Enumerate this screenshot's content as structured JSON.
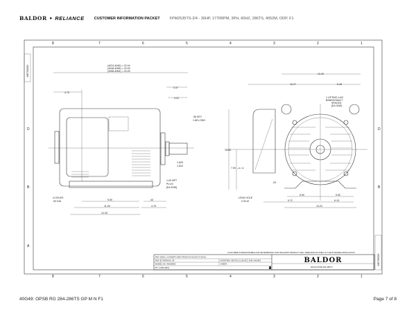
{
  "header": {
    "brand_a": "BALDOR",
    "brand_sep": "•",
    "brand_b": "RELIANCE",
    "packet_title": "CUSTOMER INFORMATION PACKET",
    "model_desc": "FPM2535TS-2/4 - 30HP, 1770RPM, 3PH, 60HZ, 286TS, 4052M, ODP, F1"
  },
  "frame": {
    "columns": [
      "8",
      "7",
      "6",
      "5",
      "4",
      "3",
      "2",
      "1"
    ],
    "rows_left": [
      "D",
      "B",
      "A"
    ],
    "side_tag": "40E750000"
  },
  "side_view": {
    "overall_dims": [
      "(4024-4046) = 22.44",
      "(4048-4056) = 23.49",
      "(4058-4064) = 24.49"
    ],
    "d_475": "4.75",
    "d_337": "3.37",
    "d_322": "3.22",
    "keyway": ".56 KEY\n1.88 LONG",
    "keyway_a": ".56 KEY",
    "keyway_b": "1.88 LONG",
    "shaft_dia_a": "1.625",
    "shaft_dia_b": "1.624",
    "plug_a": "1.00 NPT",
    "plug_b": "PLUG",
    "plug_c": "[EA END]",
    "holes_a": "4-HOLES",
    "holes_b": ".53 DIA",
    "d_950": "9.50",
    "d_43": ".43",
    "d_1100": "11.00",
    "d_475b": "4.75",
    "d_1225": "12.25"
  },
  "end_view": {
    "d_1340": "13.40",
    "d_1027": "10.27",
    "d_648": "6.48",
    "lifting_a": "1 LIFTING LUG",
    "lifting_b": "BANDS/VAULT",
    "lifting_c": "SPACED",
    "lifting_d": "[EA ONE]",
    "d_1363": "13.63",
    "d_700": "7.00",
    "d_700_tol": "+.00 -.03",
    "d_25": ".25",
    "lead_a": "LEAD HOLE",
    "lead_b": "2.00 Ø",
    "d_550a": "5.50",
    "d_550b": "5.50",
    "d_972": "9.72",
    "d_615": "6.15",
    "d_1322": "13.22"
  },
  "title_block": {
    "notice": "CUSTOMER IS RESPONSIBLE FOR DETERMINING THAT BALDOR'S PRODUCT WILL PERFORM SUITABLY IN THE INTENDED APPLICATION",
    "rev_desc": "REV. DESC: CONVERT DWG FROM AUTOCAD TO NX10",
    "rev": "REV: 6",
    "version": "VERSION: 09",
    "modified": "MODIFIED: 09/07/16 11:55:55",
    "dim": "DIM: INCHES",
    "model_no": "MODEL NO: 40C69900",
    "sheet": "SHEET: -",
    "by": "BY: LOBO-MKH",
    "baldor_logo": "BALDOR",
    "drawing_desc": "40G49 OPSB 284-286TS"
  },
  "footer": {
    "doc_id": "40G49: OPSB RG 284-286TS GP M N F1",
    "page": "Page 7 of 8"
  }
}
